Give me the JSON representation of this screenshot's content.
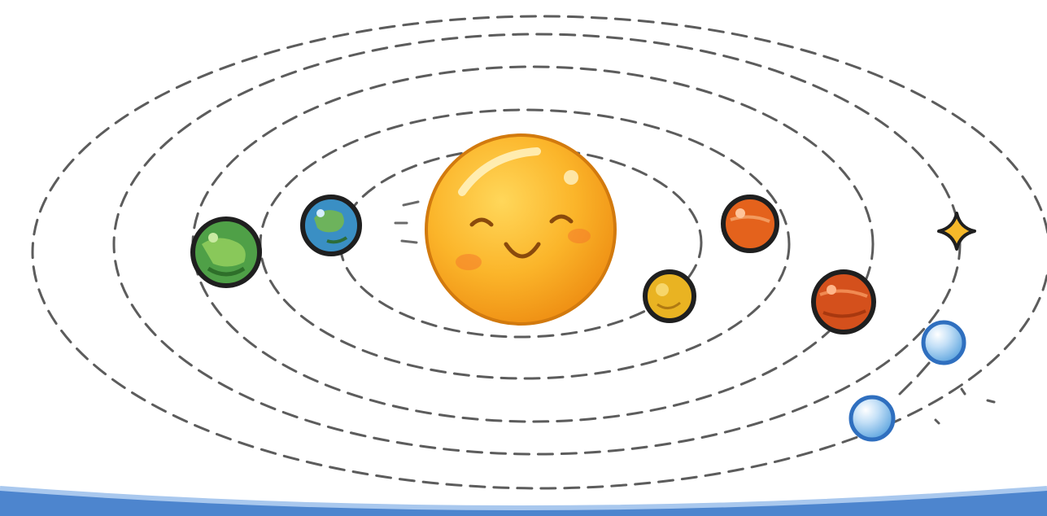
{
  "scene": {
    "subject": "solar-system-illustration",
    "sun": {
      "color": "#f8a01c",
      "expression": "smiling"
    },
    "orbit_count": 5,
    "planets": [
      {
        "name": "green-planet",
        "color": "#4fa047"
      },
      {
        "name": "earth-planet",
        "color": "#3a8fc4"
      },
      {
        "name": "small-yellow-planet",
        "color": "#e9b322"
      },
      {
        "name": "orange-planet",
        "color": "#e4621c"
      },
      {
        "name": "red-planet",
        "color": "#d4501c"
      },
      {
        "name": "blue-planet-upper",
        "color": "#6fb3e8"
      },
      {
        "name": "blue-planet-lower",
        "color": "#8cc4ef"
      }
    ],
    "star": {
      "color": "#f5b82a",
      "icon": "sparkle-icon"
    },
    "frame_color": "#3a78c9"
  }
}
